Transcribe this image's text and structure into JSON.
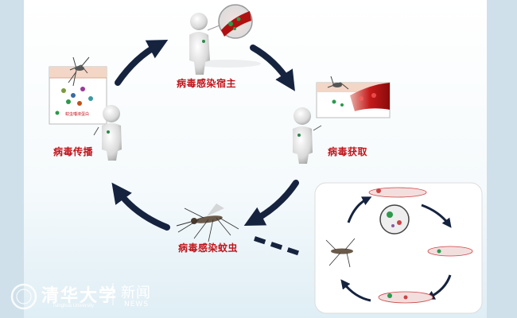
{
  "labels": {
    "infect_host": "病毒感染宿主",
    "acquire": "病毒获取",
    "transmit": "病毒传播",
    "infect_mosquito": "病毒感染蚊虫"
  },
  "inset_caption": "蚊虫唾液蛋白",
  "watermark": {
    "university_cn": "清华大学",
    "university_en": "Tsinghua University",
    "news_cn": "新闻",
    "news_en": "NEWS"
  },
  "colors": {
    "arrow": "#15233f",
    "label": "#c0141b",
    "blood": "#b01010",
    "background": "#cfe0ea"
  }
}
